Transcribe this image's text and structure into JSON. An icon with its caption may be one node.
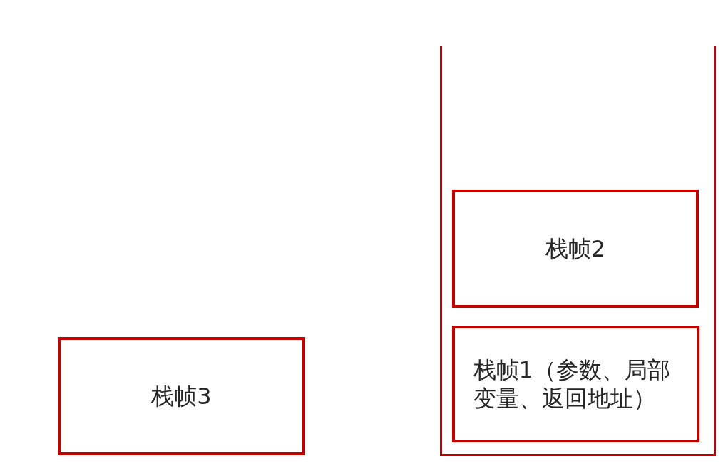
{
  "diagram": {
    "nodes": [
      {
        "text": [],
        "shape": "box"
      },
      {
        "text": [
          "栈帧2"
        ],
        "in": 0
      },
      {
        "text": [
          "栈帧1（参数、局部变量、返回地址）"
        ],
        "in": 0
      },
      {
        "text": [
          "栈帧3"
        ]
      }
    ]
  }
}
